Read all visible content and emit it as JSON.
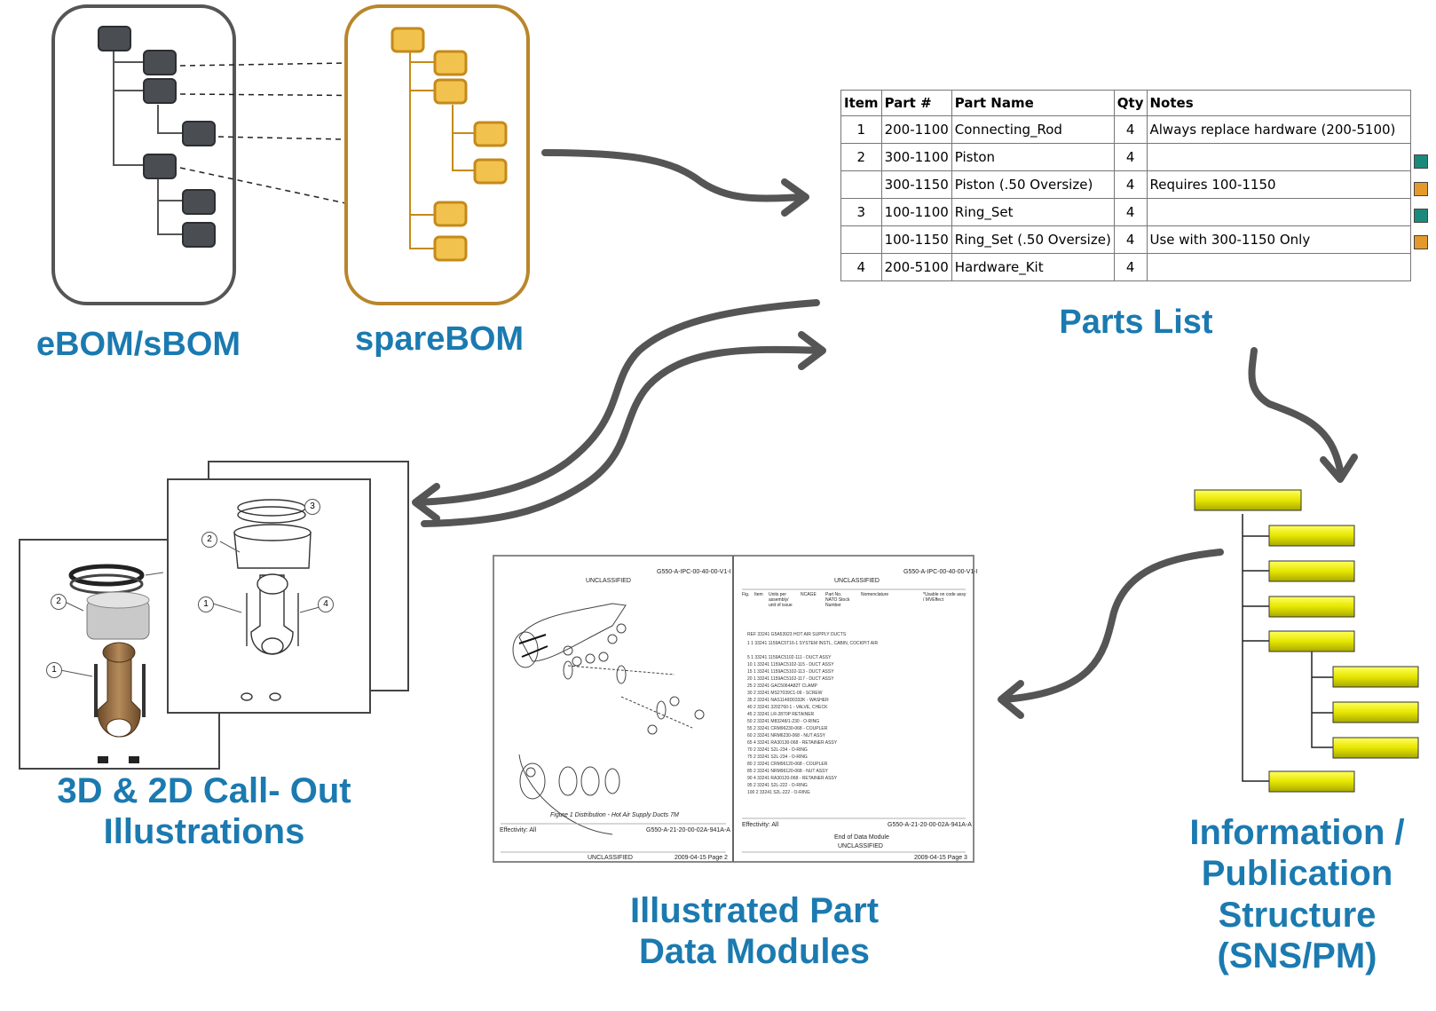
{
  "captions": {
    "ebom": "eBOM/sBOM",
    "sparebom": "spareBOM",
    "parts_list": "Parts List",
    "callout_line1": "3D & 2D Call- Out",
    "callout_line2": "Illustrations",
    "ipd_line1": "Illustrated Part",
    "ipd_line2": "Data Modules",
    "info_line1": "Information /",
    "info_line2": "Publication",
    "info_line3": "Structure",
    "info_line4": "(SNS/PM)"
  },
  "parts_list": {
    "headers": [
      "Item",
      "Part #",
      "Part Name",
      "Qty",
      "Notes"
    ],
    "rows": [
      {
        "item": "1",
        "part": "200-1100",
        "name": "Connecting_Rod",
        "qty": "4",
        "notes": "Always replace hardware (200-5100)"
      },
      {
        "item": "2",
        "part": "300-1100",
        "name": "Piston",
        "qty": "4",
        "notes": ""
      },
      {
        "item": "",
        "part": "300-1150",
        "name": "Piston (.50 Oversize)",
        "qty": "4",
        "notes": "Requires 100-1150"
      },
      {
        "item": "3",
        "part": "100-1100",
        "name": "Ring_Set",
        "qty": "4",
        "notes": ""
      },
      {
        "item": "",
        "part": "100-1150",
        "name": "Ring_Set (.50 Oversize)",
        "qty": "4",
        "notes": "Use with 300-1150 Only"
      },
      {
        "item": "4",
        "part": "200-5100",
        "name": "Hardware_Kit",
        "qty": "4",
        "notes": ""
      }
    ],
    "marker_colors": [
      "#1b8a7a",
      "#e39a2b",
      "#1b8a7a",
      "#e39a2b"
    ]
  },
  "callout_numbers": [
    "1",
    "2",
    "3",
    "4"
  ],
  "ipd_module": {
    "left_page": {
      "code": "G550-A-IPC-00-40-00-V1-I",
      "classification": "UNCLASSIFIED",
      "figure_caption": "Figure 1 Distribution - Hot Air Supply Ducts 7M",
      "effectivity": "Effectivity: All",
      "footer_code": "G550-A-21-20-00-02A-941A-A",
      "date_page": "2009-04-15 Page 2"
    },
    "right_page": {
      "code": "G550-A-IPC-00-40-00-V1-I",
      "classification": "UNCLASSIFIED",
      "col_headers": [
        "Fig.",
        "Item",
        "Units per assembly/ unit of issue",
        "NCAGE",
        "Part No. NATO Stock Number",
        "Nomenclature",
        "*Usable on code assy / MVEffect"
      ],
      "rows": [
        "REF    33241   G5A53923      HOT AIR SUPPLY DUCTS",
        "1   1   33241   1159AC5T16-1   SYSTEM INSTL, CABIN, COCKPIT AIR",
        "5   1   33241   1159AC5102-111   - DUCT ASSY",
        "10   1   33241   1159AC5102-115   - DUCT ASSY",
        "15   1   33241   1159AC5102-113   - DUCT ASSY",
        "20   1   33241   1159AC5102-117   - DUCT ASSY",
        "25   2   33241   GAC5064A82T   CLAMP",
        "30   2   33241   MS27039C1-09   - SCREW",
        "35   2   33241   NAS1149D0332K   - WASHER",
        "40   2   33241   3202760-1   - VALVE, CHECK",
        "45   2   33241   LR-2870P   RETAINER",
        "50   2   33241   M83248/1-230   - O-RING",
        "55   2   33241   CRM96230-068   - COUPLER",
        "60   2   33241   NRM6230-068   - NUT ASSY",
        "65   4   33241   RA30130-068   - RETAINER ASSY",
        "70   2   33241   S2L-234   - O-RING",
        "75   2   33241   S2L-234   - O-RING",
        "80   2   33241   CRM96120-068   - COUPLER",
        "85   2   33241   NRM96120-068   - NUT ASSY",
        "90   4   33241   RA30120-068   - RETAINER ASSY",
        "95   2   33241   S2L-222   - O-RING",
        "100   2   33241   S2L-222   - O-RING"
      ],
      "effectivity": "Effectivity: All",
      "footer_code": "G550-A-21-20-00-02A-941A-A",
      "end_note": "End of Data Module",
      "footer_class": "UNCLASSIFIED",
      "date_page": "2009-04-15 Page 3"
    }
  },
  "colors": {
    "caption_blue": "#1b7ab0",
    "ebom_border": "#555555",
    "ebom_node": "#4a4d52",
    "spare_border": "#b8862b",
    "spare_node": "#f2c24f",
    "info_node": "#f0f000",
    "arrow": "#555555"
  }
}
